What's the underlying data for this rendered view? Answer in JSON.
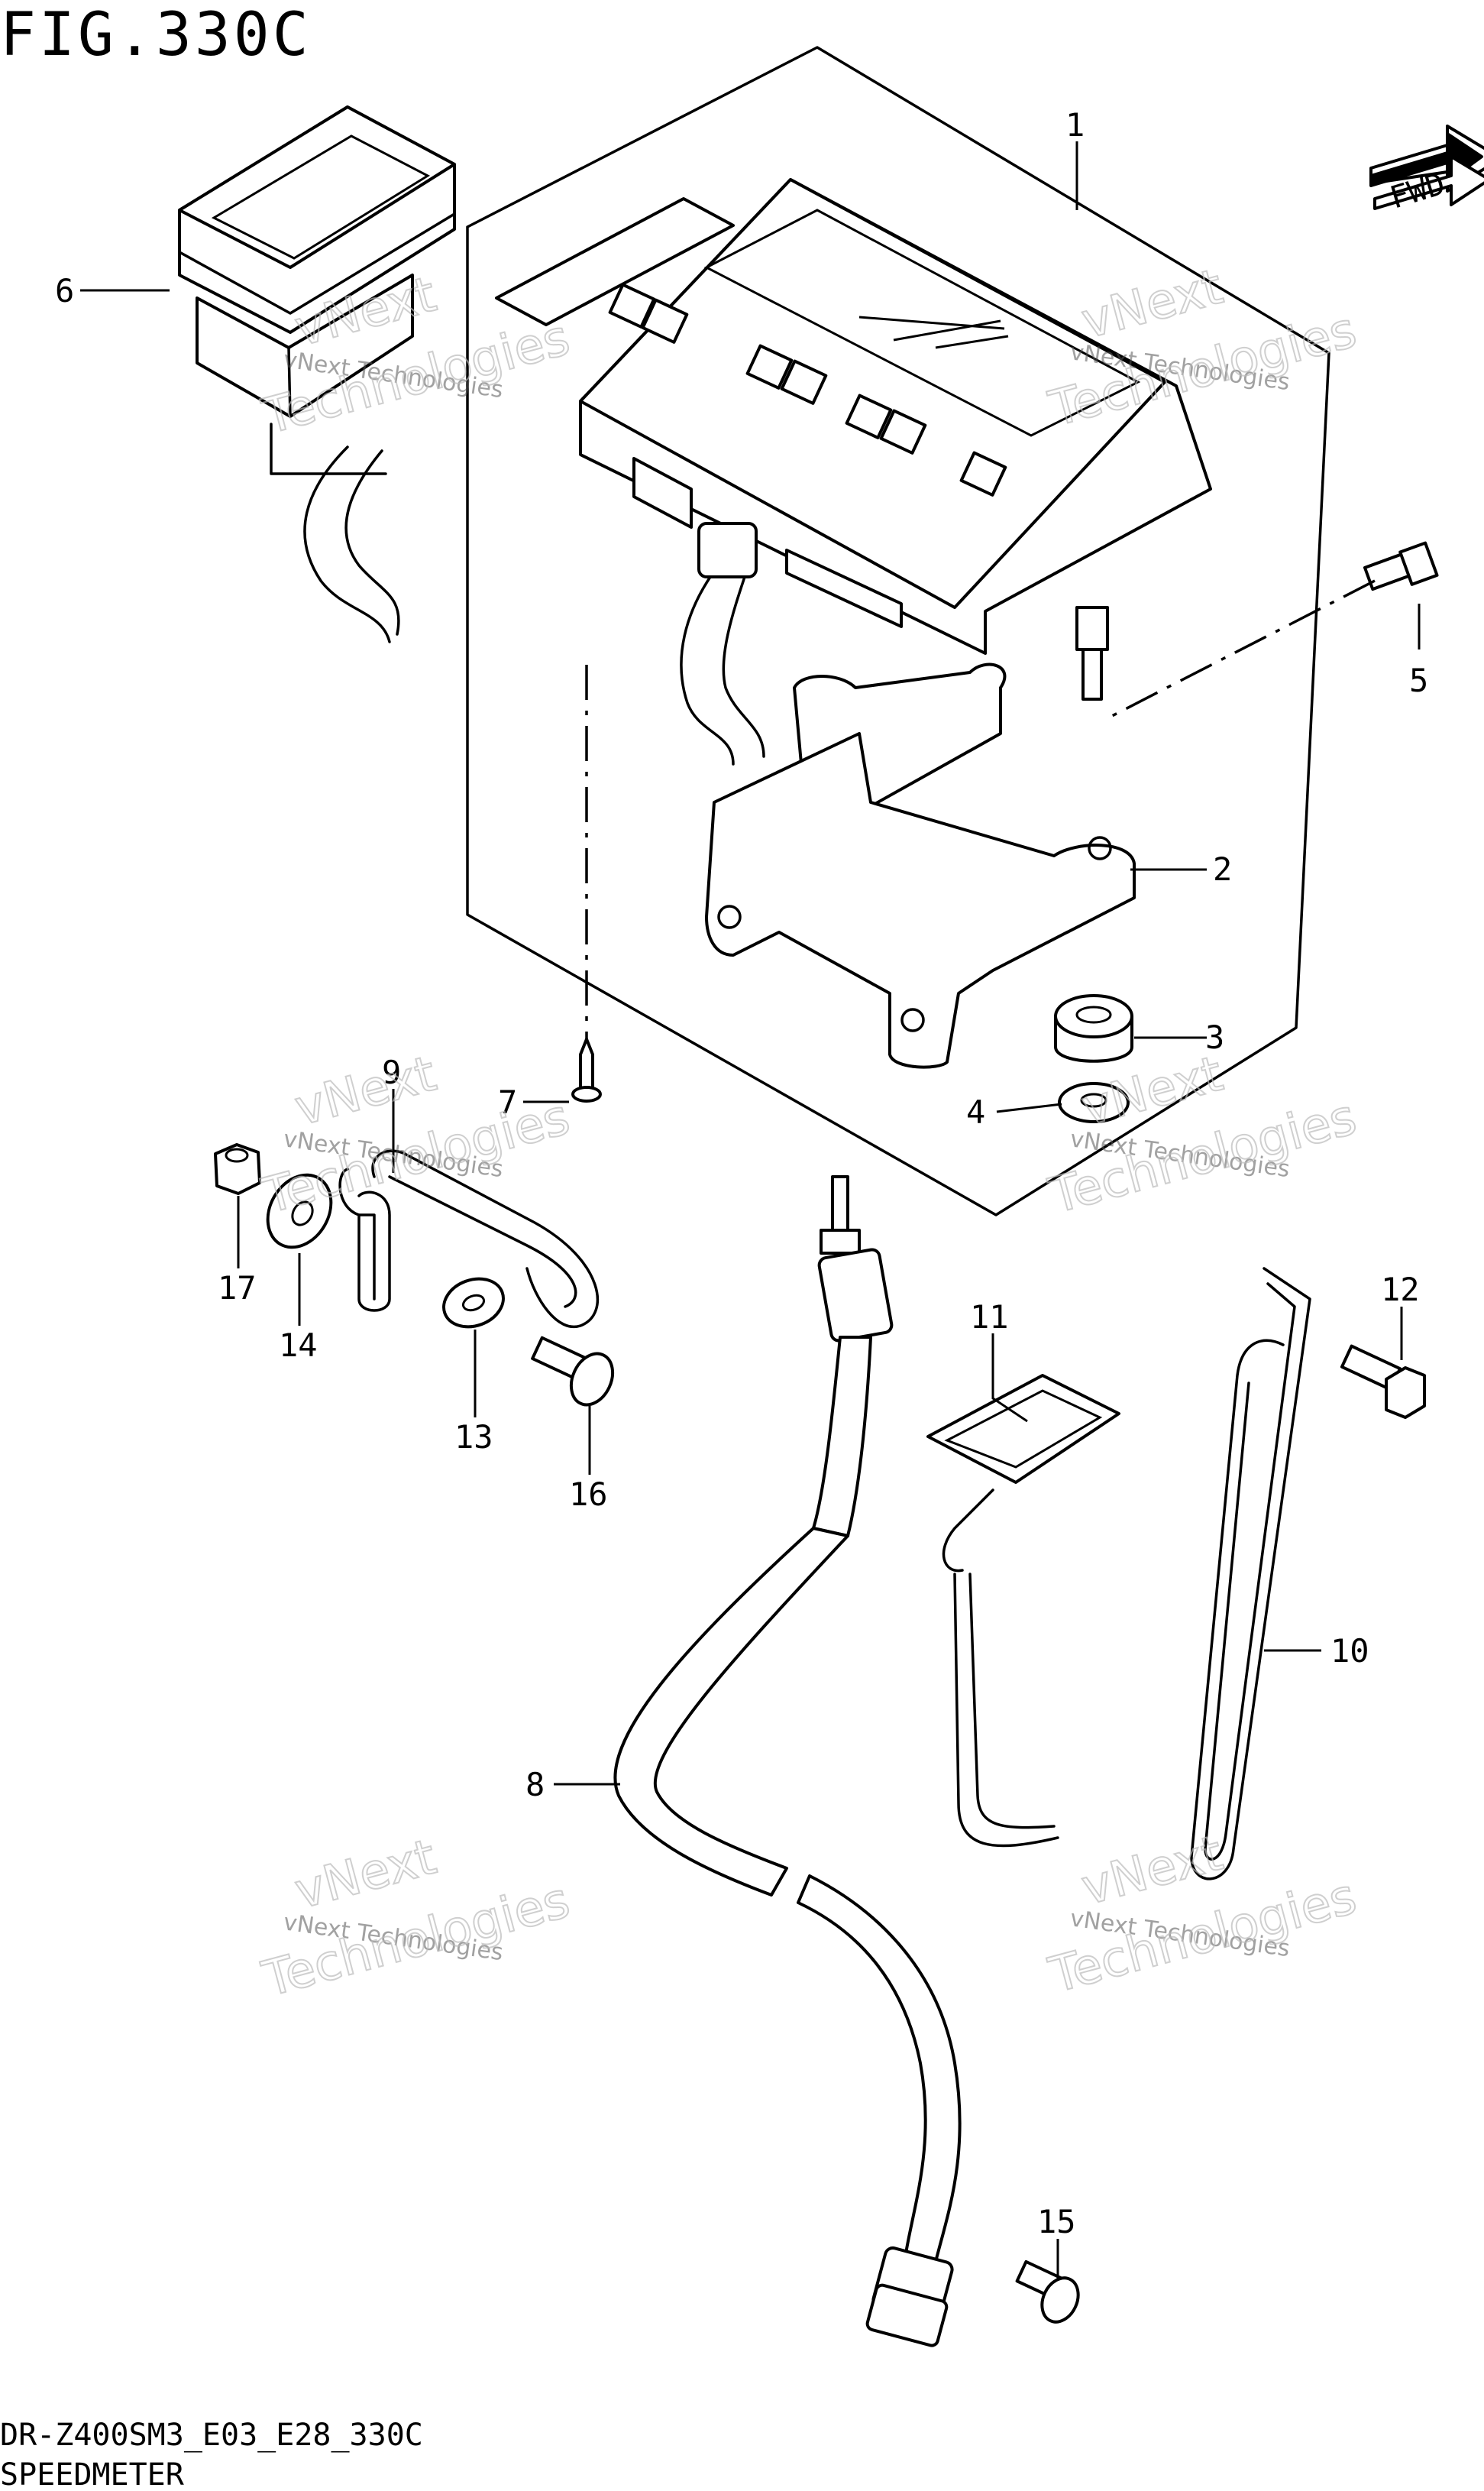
{
  "title": "FIG.330C",
  "fwd_label": "FWD",
  "footer": {
    "model_code": "DR-Z400SM3_E03_E28_330C",
    "section_name": "SPEEDMETER"
  },
  "watermark": {
    "line1": "vNext Technologies",
    "line2": "vNext",
    "line3": "Technologies"
  },
  "callouts": [
    {
      "id": "1",
      "label": "1"
    },
    {
      "id": "2",
      "label": "2"
    },
    {
      "id": "3",
      "label": "3"
    },
    {
      "id": "4",
      "label": "4"
    },
    {
      "id": "5",
      "label": "5"
    },
    {
      "id": "6",
      "label": "6"
    },
    {
      "id": "7",
      "label": "7"
    },
    {
      "id": "8",
      "label": "8"
    },
    {
      "id": "9",
      "label": "9"
    },
    {
      "id": "10",
      "label": "10"
    },
    {
      "id": "11",
      "label": "11"
    },
    {
      "id": "12",
      "label": "12"
    },
    {
      "id": "13",
      "label": "13"
    },
    {
      "id": "14",
      "label": "14"
    },
    {
      "id": "15",
      "label": "15"
    },
    {
      "id": "16",
      "label": "16"
    },
    {
      "id": "17",
      "label": "17"
    }
  ]
}
